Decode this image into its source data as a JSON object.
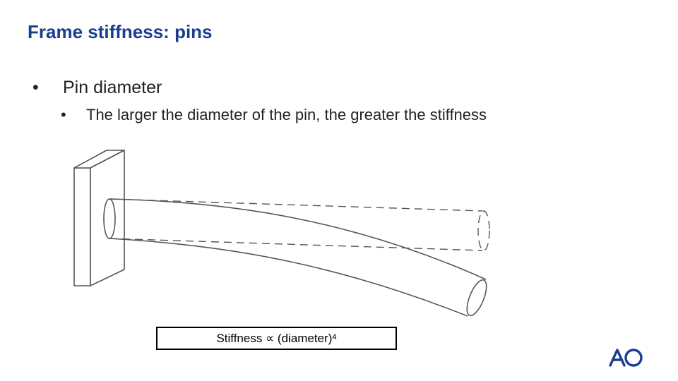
{
  "slide": {
    "title": "Frame stiffness: pins",
    "bullets": [
      {
        "marker": "•",
        "text": "Pin diameter"
      },
      {
        "marker": "•",
        "text": "The larger the diameter of the pin, the greater the stiffness"
      }
    ],
    "formula": {
      "text": "Stiffness ∝ (diameter)",
      "exponent": "4"
    },
    "logo_text": "AO",
    "colors": {
      "title": "#1a3d8f",
      "logo": "#1a3d8f"
    }
  }
}
